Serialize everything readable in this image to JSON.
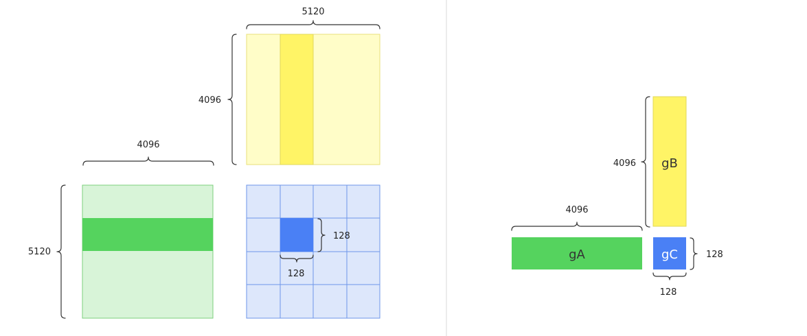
{
  "colors": {
    "a_light": "#d8f4d8",
    "a_dark": "#55d35e",
    "a_border": "#7ccf7c",
    "b_light": "#fffdc8",
    "b_dark": "#fff466",
    "b_border": "#e9e07a",
    "c_light": "#dde7fb",
    "c_dark": "#4a80f5",
    "c_border": "#6d96e8",
    "divider": "#d8d8d8"
  },
  "left_panel": {
    "matrix_b_width_label": "5120",
    "matrix_b_height_label": "4096",
    "matrix_a_width_label": "4096",
    "matrix_a_height_label": "5120",
    "tile_width_label": "128",
    "tile_height_label": "128",
    "grid_rows": 4,
    "grid_cols": 4,
    "highlight_row": 1,
    "highlight_col": 1
  },
  "right_panel": {
    "gA_label": "gA",
    "gB_label": "gB",
    "gC_label": "gC",
    "gA_width_label": "4096",
    "gB_height_label": "4096",
    "gC_width_label": "128",
    "gC_height_label": "128"
  }
}
